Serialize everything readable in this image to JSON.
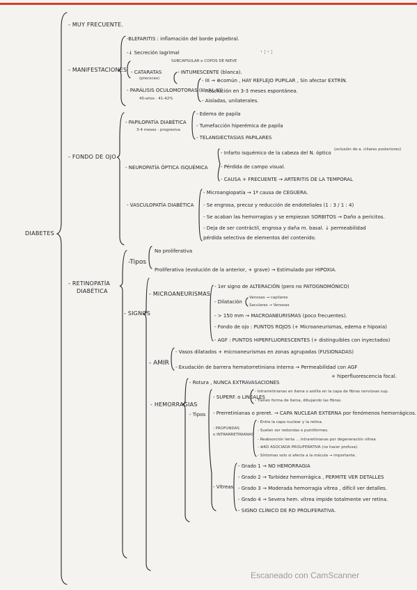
{
  "header": {
    "root": "DIABETES"
  },
  "left_branch": {
    "muy_frecuente": "- MUY FRECUENTE.",
    "manifestaciones": {
      "label": "- MANIFESTACIONES",
      "blefaritis": "-BLEFARITIS : inflamación del borde palpebral.",
      "secrecion": "-↓ Secreción lagrimal",
      "cataratas_top": "SUBCAPSULAR o COPOS DE NIEVE",
      "cataratas": "- CATARATAS",
      "cataratas_sub": "(precoces)",
      "cataratas_right": "- INTUMESCENTE (blanca).",
      "paralisis": "- PARÁLISIS OCULOMOTORAS (III, IV, VI)",
      "paralisis_sub": "40-años · 41-42%",
      "par_1": "- III → ⊕común , HAY REFLEJO PUPILAR , Sin afectar EXTRÍN.",
      "par_2": "- Resolución en 3-3 meses espontánea.",
      "par_3": "- Aisladas, unilaterales."
    },
    "fondo_ojo": {
      "label": "- FONDO DE OJO",
      "papilopatia": "- PAPILOPATÍA DIABÉTICA",
      "papilopatia_sub": "3-4 meses · progresiva",
      "pap_1": "- Edema de papila",
      "pap_2": "- Tumefacción hiperémica de papila",
      "pap_3": "- TELANGIECTASIAS PAPILARES",
      "neuropatia": "- NEUROPATÍA ÓPTICA ISQUÉMICA",
      "neu_1": "- Infarto isquémico de la cabeza del N. óptico",
      "neu_1b": "(oclusión de a. ciliares posteriores)",
      "neu_2": "- Pérdida de campo visual.",
      "neu_3": "- CAUSA + FRECUENTE → ARTERITIS DE LA TEMPORAL",
      "vasculopatia": "- VASCULOPATÍA DIABÉTICA",
      "vas_1": "- Microangiopatía → 1ª causa de CEGUERA.",
      "vas_2": "- Se engrosa, precoz y reducción de endoteliales (1 : 3 / 1 : 4)",
      "vas_3": "- Se acaban las hemorragias y se empiezan SORBITOS → Daño a pericitos.",
      "vas_4": "- Deja de ser contráctil, engrosa y daña m. basal. ↓ permeabilidad",
      "vas_5": "pérdida selectiva de elementos del contenido."
    },
    "retinopatia": {
      "label": "- RETINOPATÍA",
      "label2": "DIABÉTICA",
      "tipos": "-Tipos",
      "tipo_1": "No proliferativa",
      "tipo_2": "Proliferativa (evolución de la anterior, + grave) → Estimulado por HIPOXIA.",
      "signos": "- SIGNOS",
      "micro": "- MICROANEURISMAS",
      "mic_1": "- 1er signo de ALTERACIÓN (pero no PATOGNOMÓNICO)",
      "mic_2": "- Dilatación",
      "mic_2a": "Venosas → capilares",
      "mic_2b": "Saculares → Venosas",
      "mic_3": "- > 150 mm → MACROANEURISMAS (poco frecuentes).",
      "mic_4": "- Fondo de ojo : PUNTOS ROJOS (+ Microaneurismas, edema e hipoxia)",
      "mic_5": "- AGF : PUNTOS HIPERFLUORESCENTES (+ distinguibles con inyectados)",
      "amir": "- AMIR",
      "amir_1": "- Vasos dilatados + microaneurismas en zonas agrupadas (FUSIONADAS)",
      "amir_2": "- Exudación de barrera hematorretiniana interna → Permeabilidad con AGF",
      "amir_3": "+ hiperfluorescencia focal.",
      "hemorragias": "- HEMORRAGIAS",
      "hem_1": "- Rotura , NUNCA EXTRAVASACIONES",
      "tipos2": "- Tipos",
      "sup": "- SUPERF. o LINEALES",
      "sup_1": "- Intrarretinianas en llama o astilla en la capa de fibras nerviosas sup.",
      "sup_2": "- Tienen forma de llama, dibujando las fibras.",
      "pre": "- Prerretinianas o preret. → CAPA NUCLEAR EXTERNA por fenómenos hemorrágicos.",
      "prof": "- PROFUNDAS",
      "prof2": "o INTRARRETINIANAS",
      "pf_1": "- Entre la capa nuclear y la retina.",
      "pf_2": "- Suelen ser redondas o puntiformes.",
      "pf_3": "- Reabsorción lenta ... intraretinianas por degeneración vítrea",
      "pf_4": "- ⊕RD ASOCIADA PROLIFERATIVA (no hacer profusa).",
      "pf_5": "- Síntomas solo si afecta a la mácula → importante.",
      "vitreas": "- Vítreas",
      "vit_1": "- Grado 1 → NO HEMORRAGIA",
      "vit_2": "- Grado 2 → Turbidez hemorrágica , PERMITE VER DETALLES",
      "vit_3": "- Grado 3 → Moderada hemorragia vítrea , difícil ver detalles.",
      "vit_4": "- Grado 4 → Severa hem. vítrea impide totalmente ver retina.",
      "vit_5": "- SIGNO CLÍNICO DE RD PROLIFERATIVA."
    }
  },
  "watermark": "Escaneado con CamScanner"
}
